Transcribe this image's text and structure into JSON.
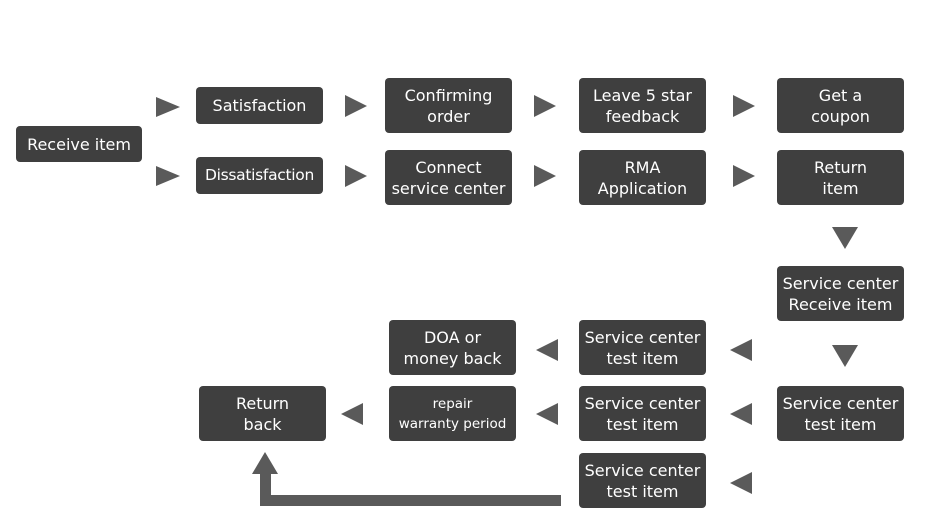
{
  "steps": {
    "receive_item": "Receive item",
    "satisfaction": "Satisfaction",
    "confirming_order": "Confirming\norder",
    "leave_feedback": "Leave 5 star\nfeedback",
    "get_coupon": "Get a\ncoupon",
    "dissatisfaction": "Dissatisfaction",
    "connect_service": "Connect\nservice center",
    "rma_application": "RMA\nApplication",
    "return_item": "Return\nitem",
    "service_receive": "Service center\nReceive item",
    "service_test_a": "Service center\ntest item",
    "doa_money_back": "DOA or\nmoney back",
    "service_test_b": "Service center\ntest item",
    "service_test_c": "Service center\ntest item",
    "repair_warranty": "repair\nwarranty period",
    "return_back": "Return\nback",
    "service_test_d": "Service center\ntest item"
  },
  "colors": {
    "box_fill": "#3f3f3f",
    "box_text": "#ffffff",
    "arrow": "#5a5a5a"
  }
}
